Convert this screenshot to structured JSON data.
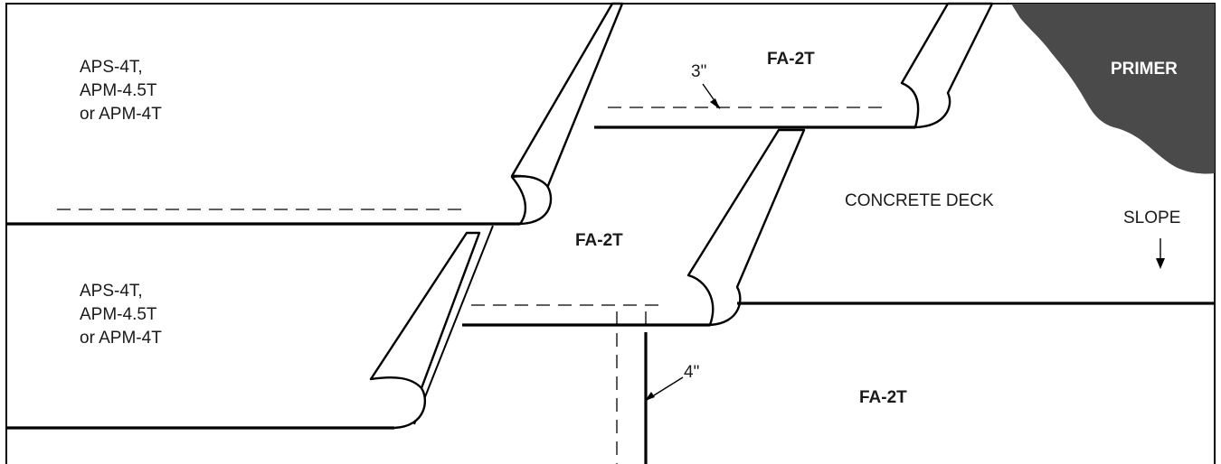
{
  "colors": {
    "primer_fill": "#4a4a4a",
    "line": "#000000",
    "background": "#ffffff"
  },
  "labels": {
    "upper_left_sheet": [
      "APS-4T,",
      "APM-4.5T",
      "or APM-4T"
    ],
    "lower_left_sheet": [
      "APS-4T,",
      "APM-4.5T",
      "or APM-4T"
    ],
    "top_sheet": "FA-2T",
    "middle_sheet": "FA-2T",
    "bottom_right_sheet": "FA-2T",
    "primer": "PRIMER",
    "concrete_deck": "CONCRETE DECK",
    "slope": "SLOPE",
    "lap_top": "3\"",
    "lap_bottom": "4\""
  }
}
